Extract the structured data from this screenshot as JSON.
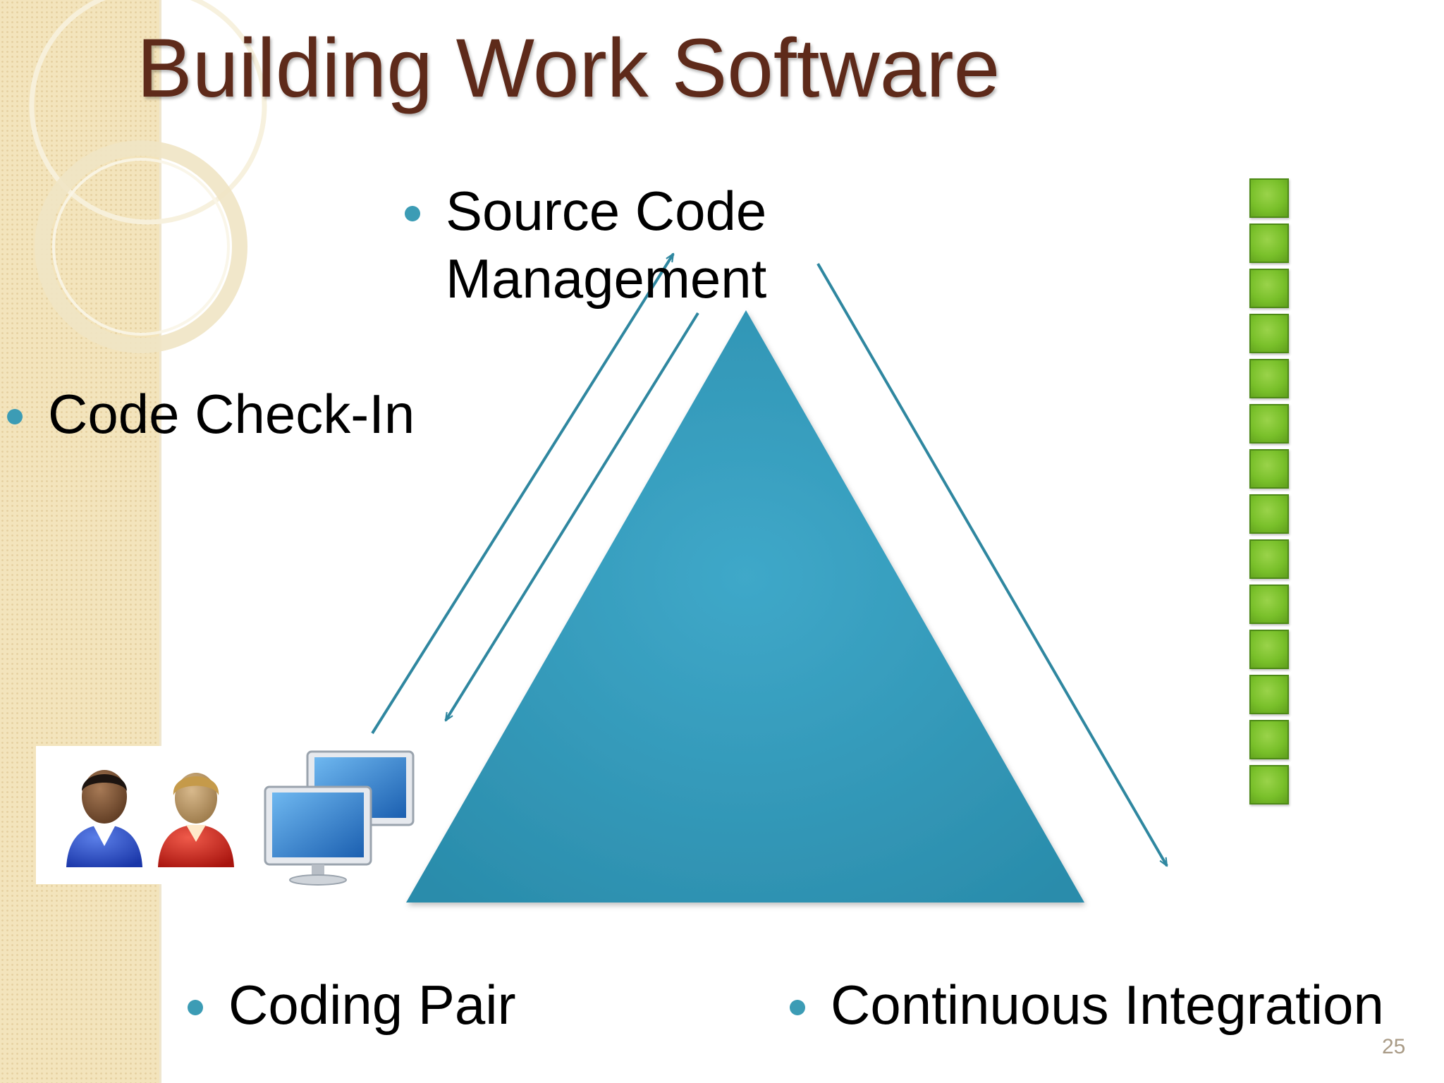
{
  "slide": {
    "title": "Building Work Software",
    "page_number": "25"
  },
  "labels": {
    "source_code_line1": "Source Code",
    "source_code_line2": "Management",
    "code_check_in": "Code Check-In",
    "coding_pair": "Coding Pair",
    "continuous_integration": "Continuous Integration"
  },
  "icons": {
    "people": [
      "developer-avatar-icon",
      "developer-avatar-icon"
    ],
    "computers": "monitors-icon",
    "build_blocks": [
      "build-block",
      "build-block",
      "build-block",
      "build-block",
      "build-block",
      "build-block",
      "build-block",
      "build-block",
      "build-block",
      "build-block",
      "build-block",
      "build-block",
      "build-block",
      "build-block"
    ]
  },
  "colors": {
    "title": "#5e2a1a",
    "triangle": "#2e97b9",
    "arrows": "#2f87a0",
    "bullets": "#3c9cb5",
    "blocks": "#79c02a",
    "band": "#f3e4bc"
  }
}
